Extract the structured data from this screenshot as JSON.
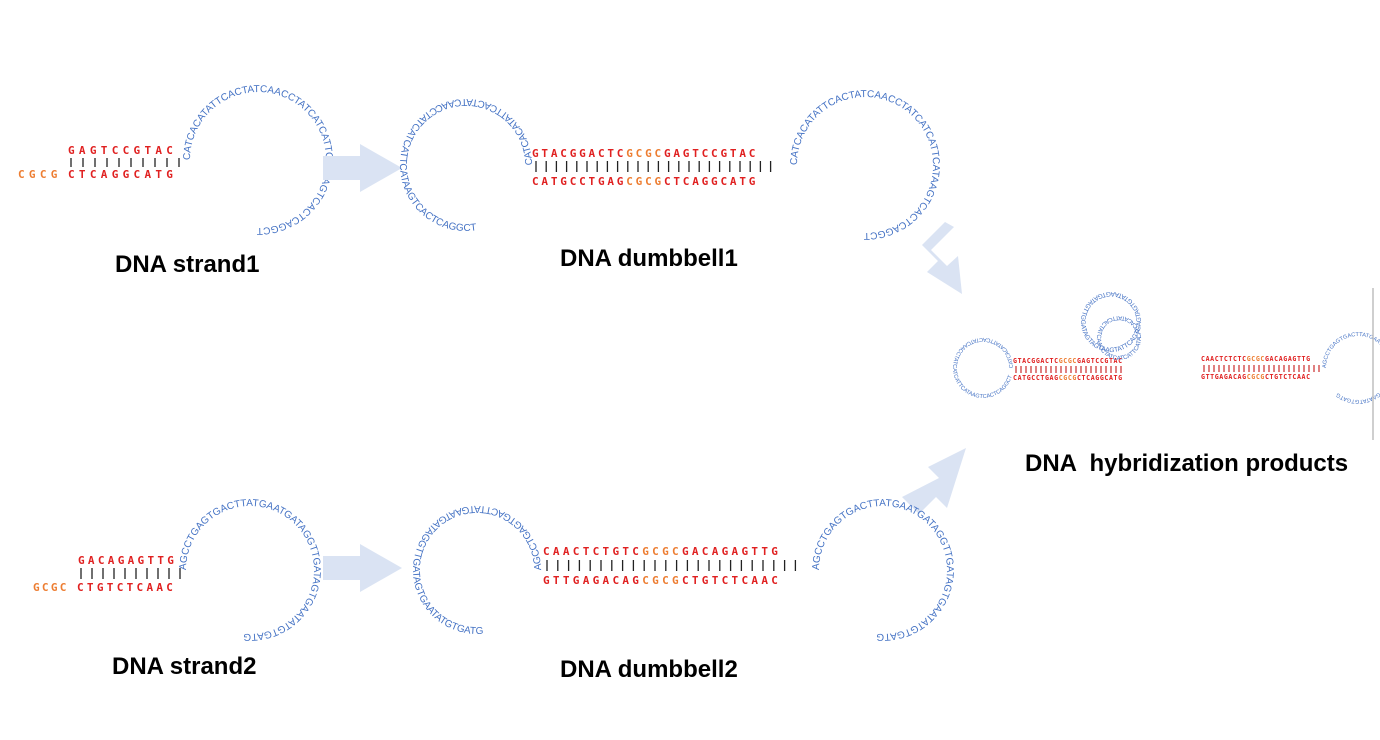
{
  "colors": {
    "stem_red": "#e02020",
    "gc_orange": "#ed7d31",
    "loop_blue": "#4472c4",
    "arrow_fill": "#dae3f3"
  },
  "labels": {
    "strand1": "DNA strand1",
    "dumbbell1": "DNA dumbbell1",
    "strand2": "DNA strand2",
    "dumbbell2": "DNA dumbbell2",
    "hybrid": "DNA  hybridization products"
  },
  "strand1": {
    "top": "GAGTCCGTAC",
    "bottom_overhang": "CGCG",
    "bottom": "CTCAGGCATG",
    "loop": "CATCACATATTCACTATCAACCTATCATCATTCATAAGTCACTCAGGCT"
  },
  "dumbbell1": {
    "top_a": "GTACGGACTC",
    "top_gc": "GCGC",
    "top_b": "GAGTCCGTAC",
    "bottom_a": "CATGCCTGAG",
    "bottom_gc": "CGCG",
    "bottom_b": "CTCAGGCATG",
    "loop_left": "CATCACATATTCACTATCAACCTATCATCATTCATAAGTCACTCAGGCT",
    "loop_right": "CATCACATATTCACTATCAACCTATCATCATTCATAAGTCACTCAGGCT"
  },
  "strand2": {
    "top": "GACAGAGTTG",
    "bottom_overhang": "GCGC",
    "bottom": "CTGTCTCAAC",
    "loop": "AGCCTGAGTGACTTATGAATGATAGGTTGATAGTGAATATGTGATG"
  },
  "dumbbell2": {
    "top_a": "CAACTCTGTC",
    "top_gc": "GCGC",
    "top_b": "GACAGAGTTG",
    "bottom_a": "GTTGAGACAG",
    "bottom_gc": "CGCG",
    "bottom_b": "CTGTCTCAAC",
    "loop_left": "AGCCTGAGTGACTTATGAATGATAGGTTGATAGTGAATATGTGATG",
    "loop_right": "AGCCTGAGTGACTTATGAATGATAGGTTGATAGTGAATATGTGATG"
  },
  "hybrid": {
    "stem1_top_a": "GTACGGACTC",
    "stem1_top_gc": "GCGC",
    "stem1_top_b": "GAGTCCGTAC",
    "stem1_bottom_a": "CATGCCTGAG",
    "stem1_bottom_gc": "CGCG",
    "stem1_bottom_b": "CTCAGGCATG",
    "stem2_top_a": "CAACTCTCTC",
    "stem2_top_gc": "GCGC",
    "stem2_top_b": "GACAGAGTTG",
    "stem2_bottom_a": "GTTGAGACAG",
    "stem2_bottom_gc": "CGCG",
    "stem2_bottom_b": "CTGTCTCAAC",
    "loop_left": "CATCACATATTCACTATCAACCTATCATCATTCATAAGTCACTCAGGCT",
    "loop_middle_outer": "GTAGTGTATAAGTGATAGTTGGATAGTAGTAAGTATTCAGTGAGTCCGA",
    "loop_middle_inner": "CATCACATATTCACTATCAACCTATCATCATTCATAAGTCACTCAGGCT",
    "loop_right": "AGCCTGAGTGACTTATGAATGATAGGTTGATAGTGAATATGTGATG"
  }
}
